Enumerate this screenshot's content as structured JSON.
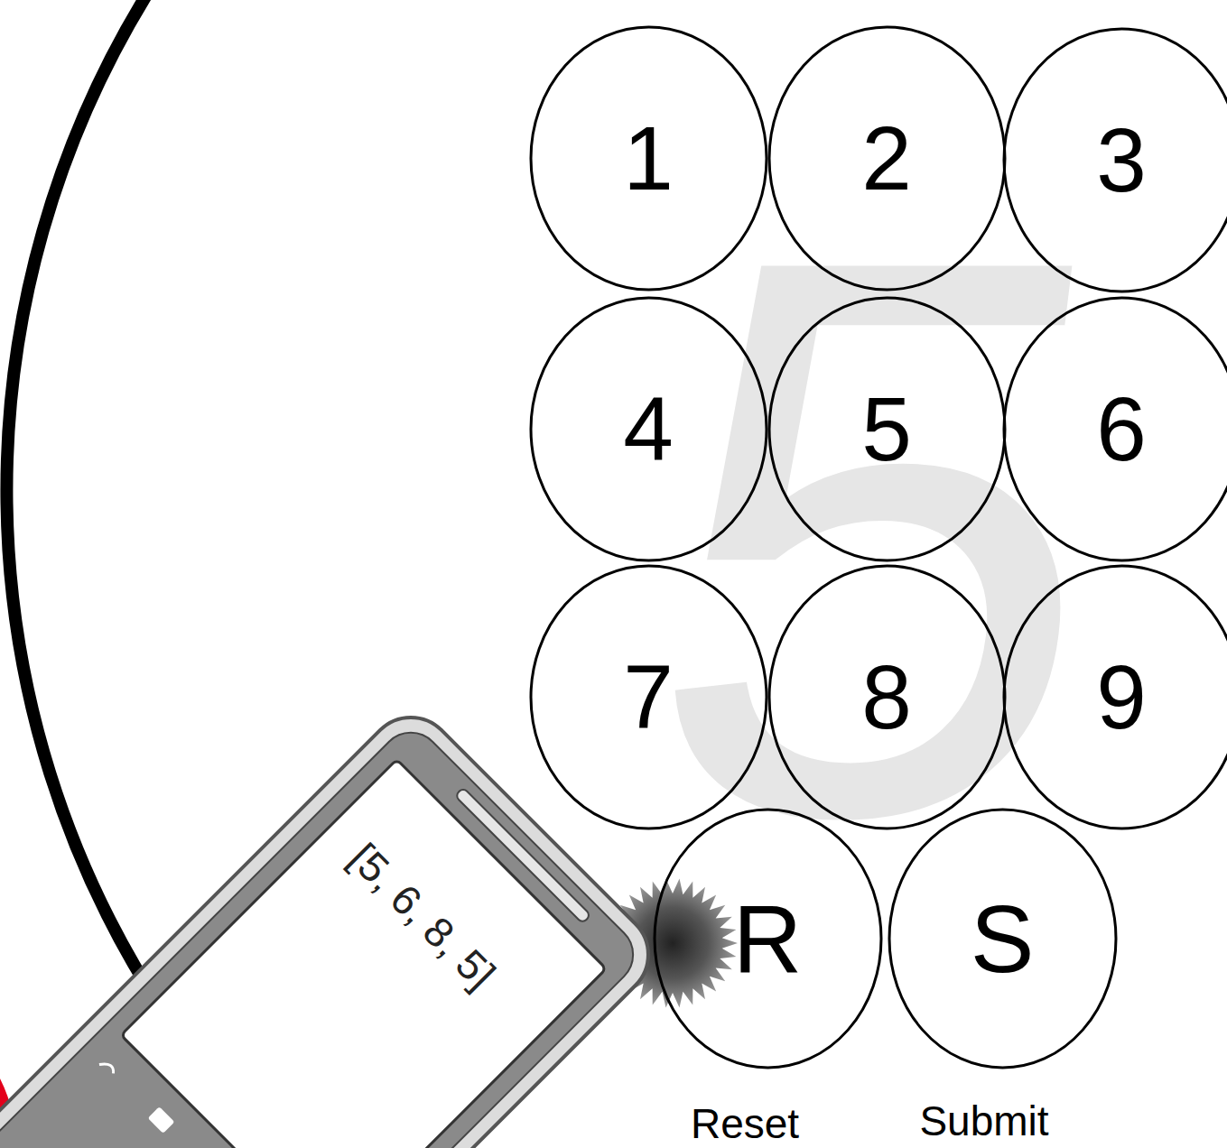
{
  "diagram": {
    "nodes": [
      {
        "text": [
          "1"
        ]
      },
      {
        "text": [
          "2"
        ]
      },
      {
        "text": [
          "3"
        ]
      },
      {
        "text": [
          "4"
        ]
      },
      {
        "text": [
          "5"
        ]
      },
      {
        "text": [
          "6"
        ]
      },
      {
        "text": [
          "7"
        ]
      },
      {
        "text": [
          "8"
        ]
      },
      {
        "text": [
          "9"
        ]
      },
      {
        "text": [
          "R"
        ]
      },
      {
        "text": [
          "S"
        ]
      }
    ],
    "labels": [
      "5",
      "[5, 6, 8, 5]",
      "Reset",
      "Submit"
    ]
  }
}
